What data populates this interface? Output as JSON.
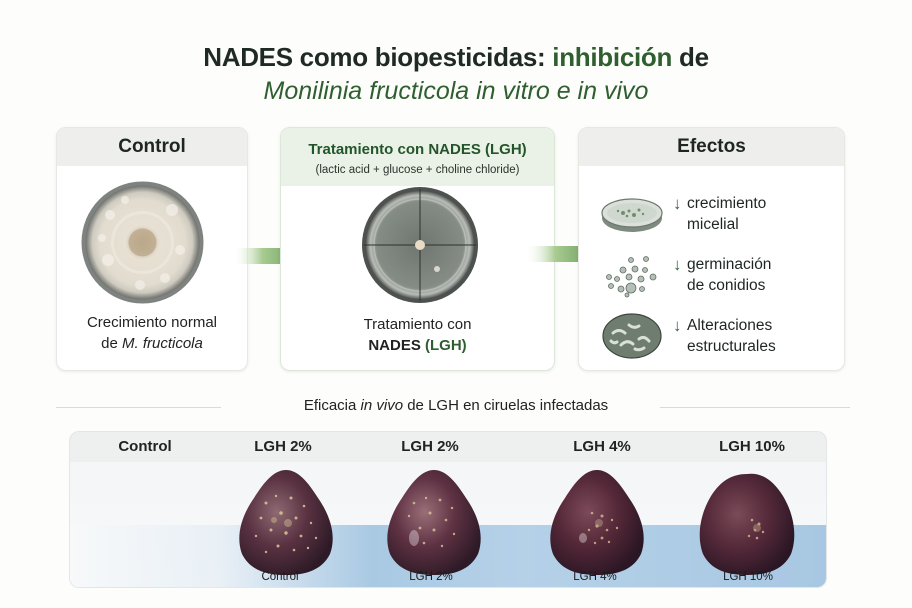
{
  "title": {
    "line1_dark": "NADES como biopesticidas: ",
    "line1_green": "inhibición",
    "line1_end": " de",
    "line2": "Monilinia fructicola in vitro e in vivo"
  },
  "colors": {
    "accent_green": "#2f5e2f",
    "header_gray": "#eeefed",
    "header_green": "#eaf2e8",
    "arrow_green": "#6fa35a",
    "table_blue": "#a9c9e3",
    "plum": "#4a2636"
  },
  "panels": {
    "control": {
      "header": "Control",
      "icon": "petri-dish-full-growth",
      "caption_line1": "Crecimiento normal",
      "caption_line2_prefix": "de ",
      "caption_line2_italic": "M. fructicola"
    },
    "treatment": {
      "header": "Tratamiento con NADES (LGH)",
      "subheader": "(lactic acid + glucose + choline chloride)",
      "icon": "petri-dish-inhibited",
      "caption_line1": "Tratamiento con",
      "caption_line2_bold": "NADES ",
      "caption_line2_green": "(LGH)"
    },
    "effects": {
      "header": "Efectos",
      "items": [
        {
          "icon": "petri-dish-sparse",
          "arrow": "↓",
          "line1": "crecimiento",
          "line2": "micelial"
        },
        {
          "icon": "conidia-spores",
          "arrow": "↓",
          "line1": "germinación",
          "line2": "de conidios"
        },
        {
          "icon": "hyphae-structure",
          "arrow": "↓",
          "line1": "Alteraciones",
          "line2": "estructurales"
        }
      ]
    }
  },
  "in_vivo": {
    "section_title_pre": "Eficacia ",
    "section_title_italic": "in vivo",
    "section_title_post": " de LGH en ciruelas infectadas",
    "column_headers": [
      "Control",
      "LGH 2%",
      "LGH 2%",
      "LGH 4%",
      "LGH 10%"
    ],
    "plum_labels": [
      "Control",
      "LGH 2%",
      "LGH 4%",
      "LGH 10%"
    ]
  }
}
